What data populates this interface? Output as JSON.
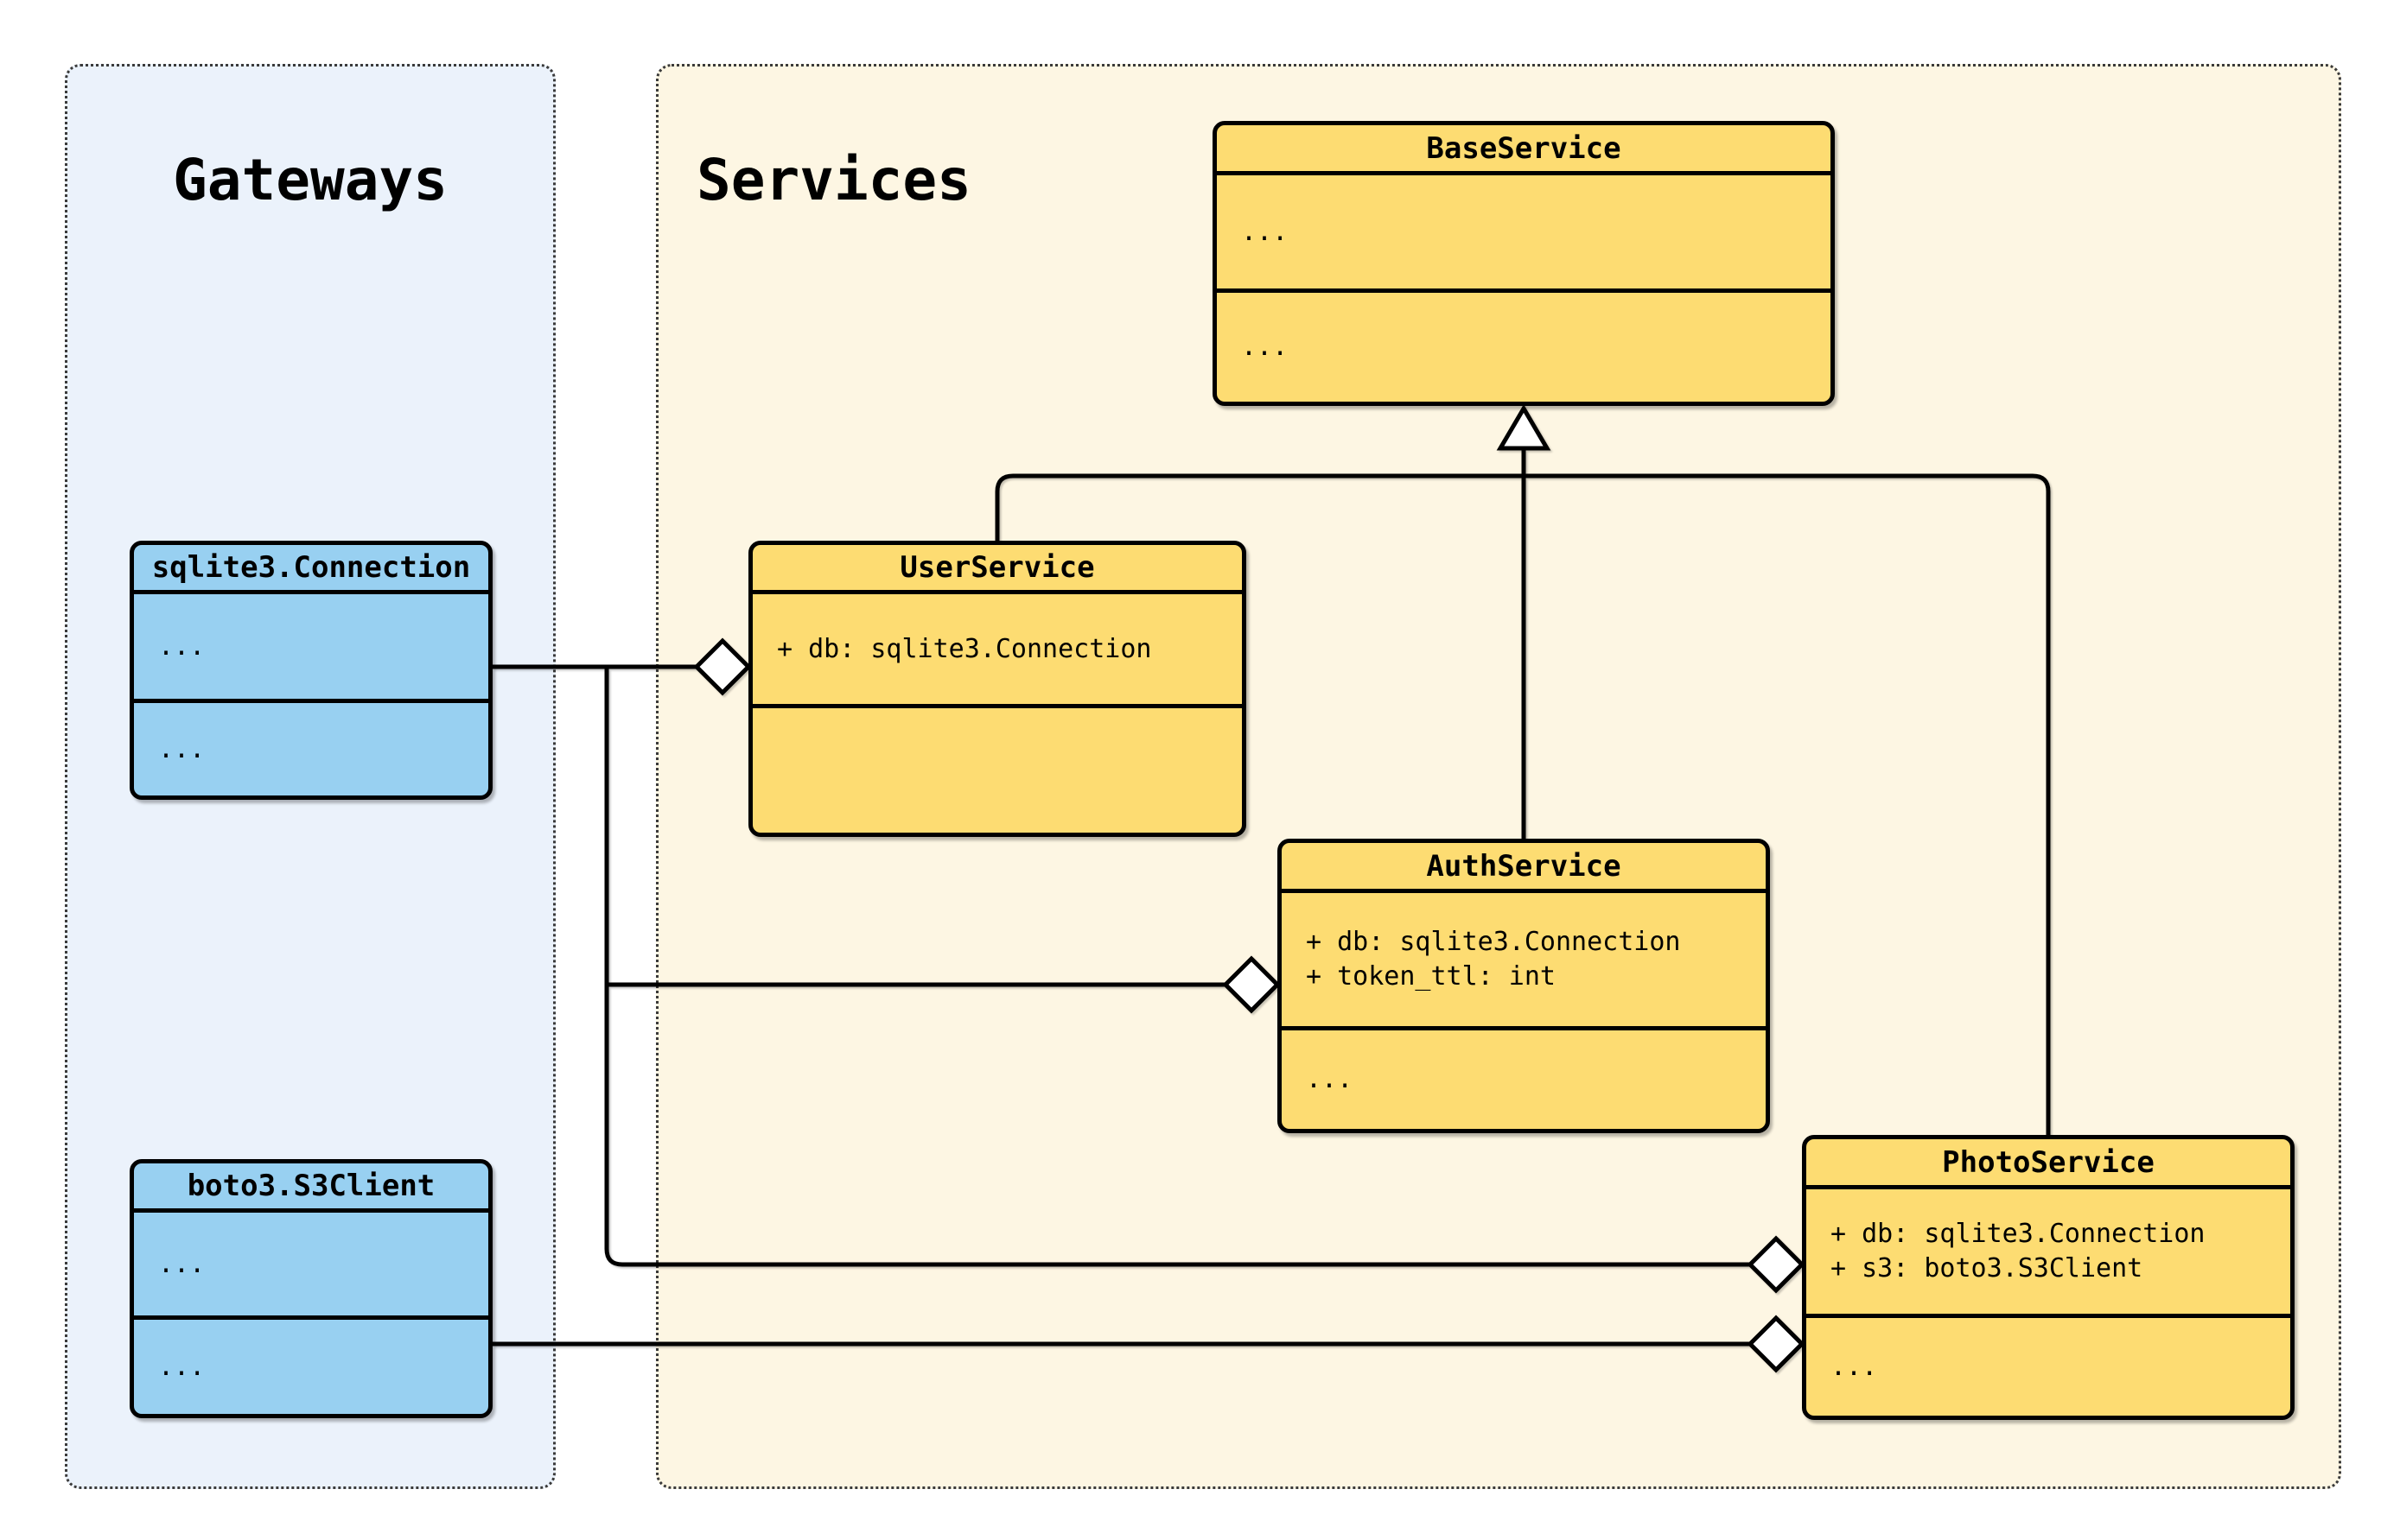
{
  "diagram": {
    "kind": "uml-class-diagram",
    "panels": {
      "gateways": {
        "title": "Gateways"
      },
      "services": {
        "title": "Services"
      }
    },
    "classes": {
      "base_service": {
        "name": "BaseService",
        "attributes": [
          "..."
        ],
        "methods": [
          "..."
        ]
      },
      "user_service": {
        "name": "UserService",
        "attributes": [
          "+ db: sqlite3.Connection"
        ],
        "methods": []
      },
      "auth_service": {
        "name": "AuthService",
        "attributes": [
          "+ db: sqlite3.Connection",
          "+ token_ttl: int"
        ],
        "methods": [
          "..."
        ]
      },
      "photo_service": {
        "name": "PhotoService",
        "attributes": [
          "+ db: sqlite3.Connection",
          "+ s3: boto3.S3Client"
        ],
        "methods": [
          "..."
        ]
      },
      "sqlite_connection": {
        "name": "sqlite3.Connection",
        "attributes": [
          "..."
        ],
        "methods": [
          "..."
        ]
      },
      "boto3_s3client": {
        "name": "boto3.S3Client",
        "attributes": [
          "..."
        ],
        "methods": [
          "..."
        ]
      }
    },
    "relationships": [
      {
        "type": "inheritance",
        "from": "UserService",
        "to": "BaseService"
      },
      {
        "type": "inheritance",
        "from": "AuthService",
        "to": "BaseService"
      },
      {
        "type": "inheritance",
        "from": "PhotoService",
        "to": "BaseService"
      },
      {
        "type": "aggregation",
        "from": "sqlite3.Connection",
        "to": "UserService",
        "member": "db"
      },
      {
        "type": "aggregation",
        "from": "sqlite3.Connection",
        "to": "AuthService",
        "member": "db"
      },
      {
        "type": "aggregation",
        "from": "sqlite3.Connection",
        "to": "PhotoService",
        "member": "db"
      },
      {
        "type": "aggregation",
        "from": "boto3.S3Client",
        "to": "PhotoService",
        "member": "s3"
      }
    ],
    "colors": {
      "page_bg": "#ffffff",
      "gateways_panel_bg": "#EBF2FB",
      "services_panel_bg": "#FDF6E3",
      "gateway_class_fill": "#98D0F1",
      "service_class_fill": "#FDDC72",
      "line": "#000000"
    }
  }
}
